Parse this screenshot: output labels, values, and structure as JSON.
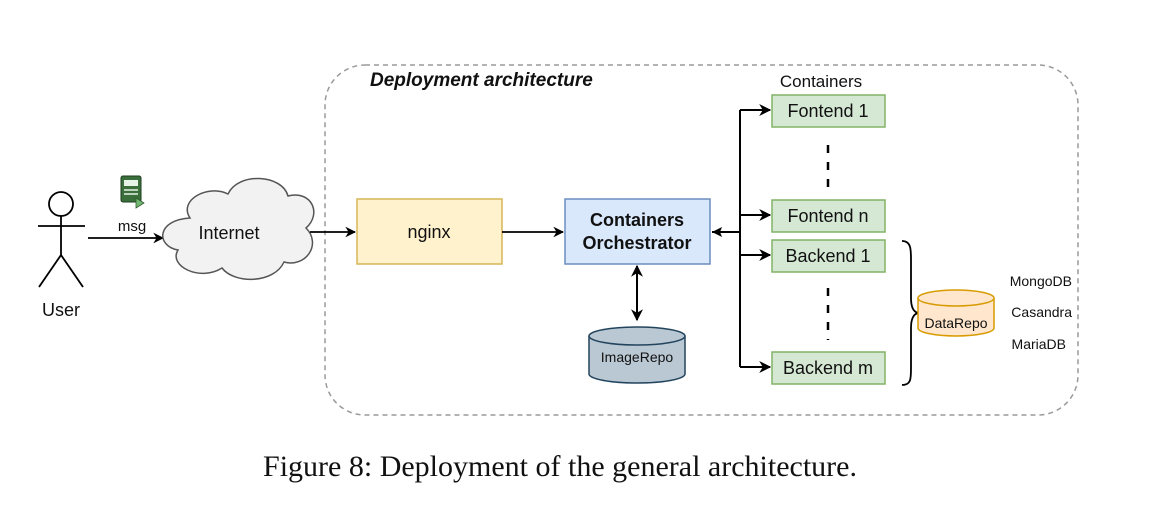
{
  "region_title": "Deployment architecture",
  "user_label": "User",
  "msg_label": "msg",
  "internet_label": "Internet",
  "nginx_label": "nginx",
  "orchestrator_line1": "Containers",
  "orchestrator_line2": "Orchestrator",
  "image_repo_label": "ImageRepo",
  "containers_header": "Containers",
  "frontend_1": "Fontend 1",
  "frontend_n": "Fontend n",
  "backend_1": "Backend 1",
  "backend_m": "Backend m",
  "data_repo_label": "DataRepo",
  "databases": [
    "MongoDB",
    "Casandra",
    "MariaDB"
  ],
  "caption": "Figure 8:  Deployment of the general architecture.",
  "colors": {
    "nginx_fill": "#fff2cc",
    "nginx_stroke": "#d6b656",
    "orchestrator_fill": "#dae8fc",
    "orchestrator_stroke": "#6c8ebf",
    "container_fill": "#d5e8d4",
    "container_stroke": "#82b366",
    "image_repo_fill": "#bac8d3",
    "image_repo_stroke": "#23445d",
    "data_repo_fill": "#ffe6cc",
    "data_repo_stroke": "#d79b00",
    "cloud_fill": "#f2f2f2"
  }
}
